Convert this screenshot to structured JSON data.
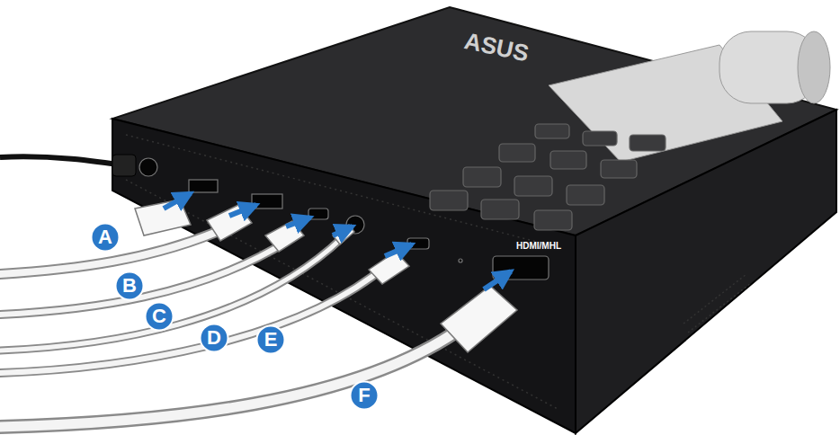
{
  "diagram": {
    "nodes": [
      {
        "text": [
          "A"
        ]
      },
      {
        "text": [
          "B"
        ]
      },
      {
        "text": [
          "C"
        ]
      },
      {
        "text": [
          "D"
        ]
      },
      {
        "text": [
          "E"
        ]
      },
      {
        "text": [
          "F"
        ]
      }
    ],
    "edges": [],
    "labels": [
      "ASUS",
      "HDMI/MHL"
    ]
  }
}
